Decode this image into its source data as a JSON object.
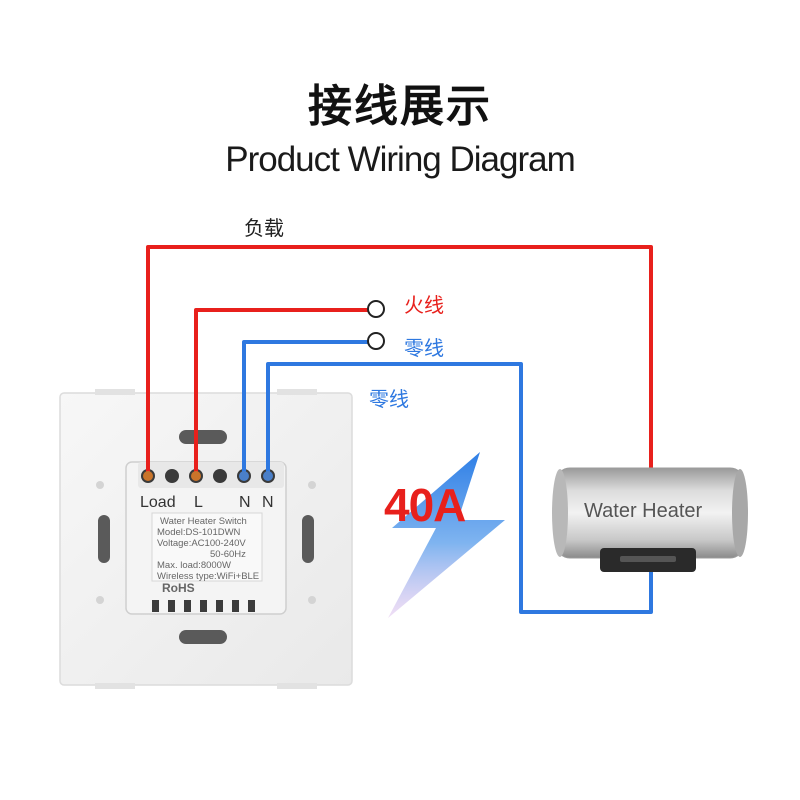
{
  "title": "接线展示",
  "subtitle": "Product Wiring Diagram",
  "labels": {
    "load": "负载",
    "live": "火线",
    "neutral_switch": "零线",
    "neutral_heater": "零线"
  },
  "switch": {
    "terminals": [
      "Load",
      "L",
      "N",
      "N"
    ],
    "info": {
      "name": "Water Heater Switch",
      "model": "Model:DS-101DWN",
      "voltage": "Voltage:AC100-240V",
      "frequency": "50-60Hz",
      "max_load": "Max. load:8000W",
      "wireless": "Wireless type:WiFi+BLE",
      "cert": "RoHS"
    }
  },
  "current_rating": "40A",
  "heater": {
    "label": "Water Heater"
  },
  "colors": {
    "live": "#e8201c",
    "neutral": "#2e78e0",
    "wire_terminal": "#222222"
  }
}
